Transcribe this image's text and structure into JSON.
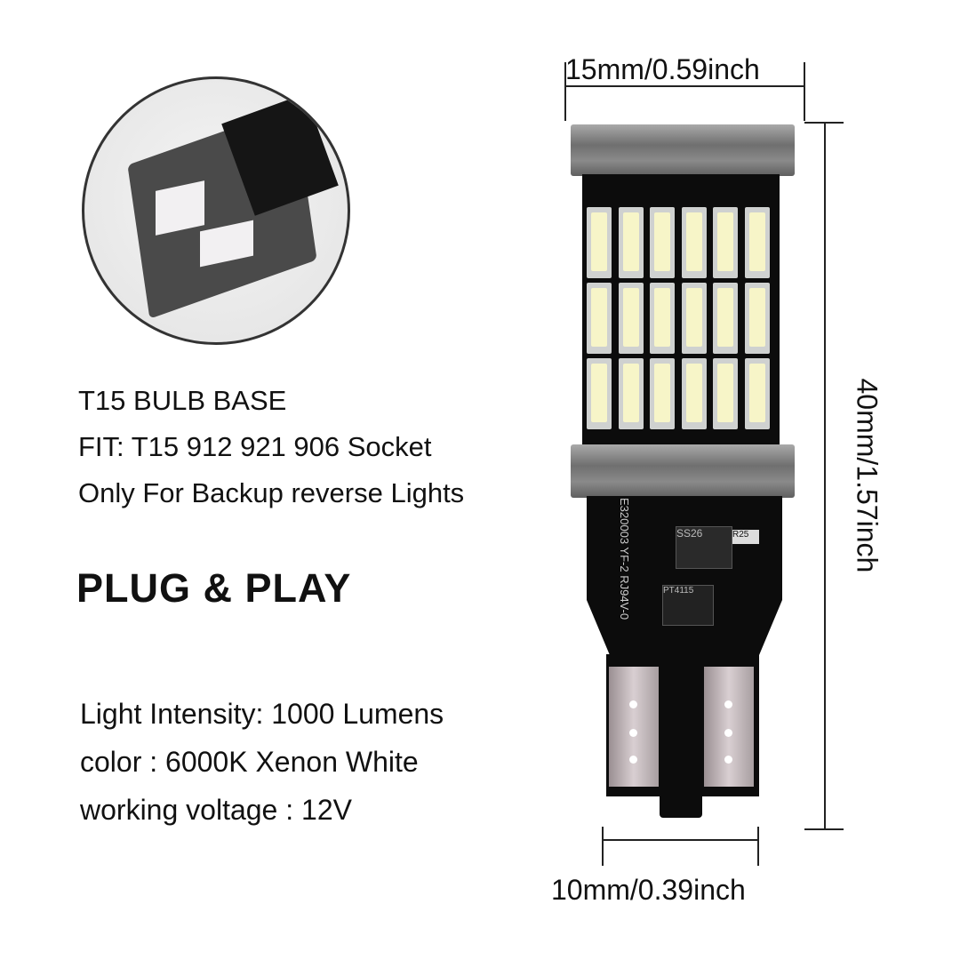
{
  "inset": {
    "caption": "T15 BULB BASE"
  },
  "fit_lines": [
    "T15 BULB BASE",
    "FIT: T15 912 921 906 Socket",
    "Only For Backup reverse Lights"
  ],
  "headline": "PLUG & PLAY",
  "specs": [
    "Light Intensity: 1000 Lumens",
    "color : 6000K Xenon White",
    "working voltage : 12V"
  ],
  "dimensions": {
    "top_width": "15mm/0.59inch",
    "height": "40mm/1.57inch",
    "base_width": "10mm/0.39inch"
  },
  "bulb_markings": {
    "chip1": "SS26",
    "chip2": "PT4115",
    "resistor": "R25",
    "board": "E320003 YF-2 RJ94V-0"
  },
  "colors": {
    "led": "#f7f5c8",
    "pcb": "#0c0c0c",
    "solder": "#8a8a8a"
  }
}
